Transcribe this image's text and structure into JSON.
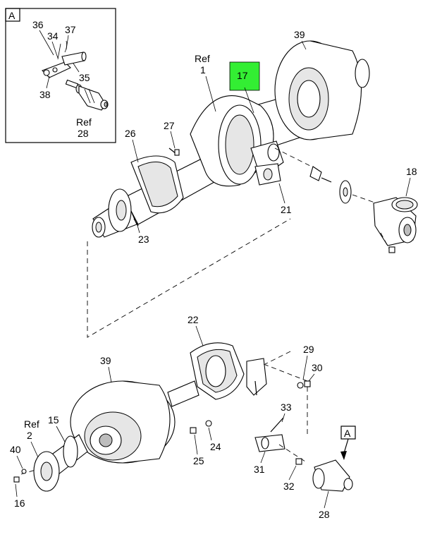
{
  "highlight_color": "#33ee33",
  "detail_box": {
    "tag": "A"
  },
  "detail_view": {
    "tag": "A"
  },
  "callouts": {
    "c36": "36",
    "c34": "34",
    "c37": "37",
    "c35": "35",
    "c38": "38",
    "c28a_ref": "Ref",
    "c28a": "28",
    "c39_top": "39",
    "c1_ref": "Ref",
    "c1": "1",
    "c17": "17",
    "c27": "27",
    "c26": "26",
    "c18": "18",
    "c21": "21",
    "c23": "23",
    "c22": "22",
    "c39_bot": "39",
    "c29": "29",
    "c30": "30",
    "c2_ref": "Ref",
    "c2": "2",
    "c15": "15",
    "c33": "33",
    "c40": "40",
    "c24": "24",
    "c25": "25",
    "c31": "31",
    "c32": "32",
    "c16": "16",
    "c28b": "28"
  }
}
